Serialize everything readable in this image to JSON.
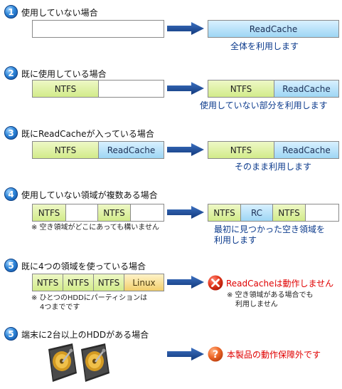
{
  "sections": [
    {
      "num": "1",
      "title": "使用していない場合",
      "before_cells": [],
      "after_cells": [
        {
          "label": "ReadCache",
          "kind": "rc"
        }
      ],
      "result": "全体を利用します"
    },
    {
      "num": "2",
      "title": "既に使用している場合",
      "before_cells": [
        {
          "label": "NTFS",
          "kind": "ntfs"
        },
        {
          "label": "",
          "kind": "empty"
        }
      ],
      "after_cells": [
        {
          "label": "NTFS",
          "kind": "ntfs"
        },
        {
          "label": "ReadCache",
          "kind": "rc"
        }
      ],
      "result": "使用していない部分を利用します"
    },
    {
      "num": "3",
      "title": "既にReadCacheが入っている場合",
      "before_cells": [
        {
          "label": "NTFS",
          "kind": "ntfs"
        },
        {
          "label": "ReadCache",
          "kind": "rc"
        }
      ],
      "after_cells": [
        {
          "label": "NTFS",
          "kind": "ntfs"
        },
        {
          "label": "ReadCache",
          "kind": "rc"
        }
      ],
      "result": "そのまま利用します"
    },
    {
      "num": "4",
      "title": "使用していない領域が複数ある場合",
      "before_cells": [
        {
          "label": "NTFS",
          "kind": "ntfs"
        },
        {
          "label": "",
          "kind": "empty"
        },
        {
          "label": "NTFS",
          "kind": "ntfs"
        },
        {
          "label": "",
          "kind": "empty"
        }
      ],
      "after_cells": [
        {
          "label": "NTFS",
          "kind": "ntfs"
        },
        {
          "label": "RC",
          "kind": "rc"
        },
        {
          "label": "NTFS",
          "kind": "ntfs"
        },
        {
          "label": "",
          "kind": "empty"
        }
      ],
      "note": "※ 空き領域がどこにあっても構いません",
      "result_line1": "最初に見つかった空き領域を",
      "result_line2": "利用します"
    },
    {
      "num": "5",
      "title": "既に4つの領域を使っている場合",
      "before_cells": [
        {
          "label": "NTFS",
          "kind": "ntfs"
        },
        {
          "label": "NTFS",
          "kind": "ntfs"
        },
        {
          "label": "NTFS",
          "kind": "ntfs"
        },
        {
          "label": "Linux",
          "kind": "linux"
        }
      ],
      "note_line1": "※ ひとつのHDDにパーティションは",
      "note_line2": "4つまでです",
      "result": "ReadCacheは動作しません",
      "result_icon": "x-icon",
      "sub_note_line1": "※ 空き領域がある場合でも",
      "sub_note_line2": "利用しません"
    },
    {
      "num": "5",
      "title": "端末に2台以上のHDDがある場合",
      "result": "本製品の動作保障外です",
      "result_icon": "question-icon"
    }
  ],
  "colors": {
    "number_badge": "#2f86d8",
    "arrow": "#1f4f9a",
    "ntfs": "#d2eb8a",
    "readcache": "#9ed6f4",
    "linux": "#f2cf6c",
    "result_text": "#0b3a8c",
    "error_text": "#e00000"
  }
}
